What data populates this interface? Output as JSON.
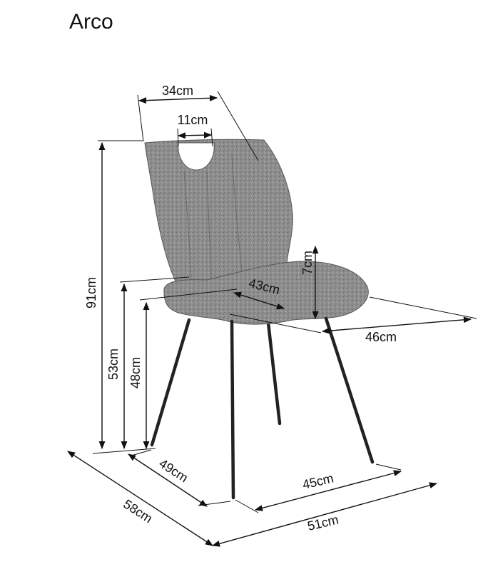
{
  "title": "Arco",
  "dimensions": {
    "back_width": "34cm",
    "handle_width": "11cm",
    "total_height": "91cm",
    "armrest_height": "53cm",
    "seat_height": "48cm",
    "seat_depth": "43cm",
    "seat_thickness": "7cm",
    "seat_width": "46cm",
    "leg_depth": "49cm",
    "leg_width": "45cm",
    "total_depth": "58cm",
    "total_width": "51cm"
  },
  "colors": {
    "upholstery": "#8a8a8a",
    "legs": "#222222",
    "lines": "#111111"
  }
}
